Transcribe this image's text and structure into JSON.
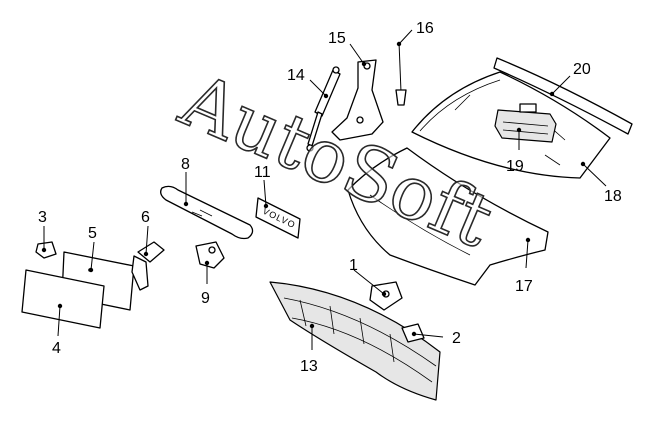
{
  "callouts": {
    "p1": "1",
    "p2": "2",
    "p3": "3",
    "p4": "4",
    "p5": "5",
    "p6": "6",
    "p8": "8",
    "p9": "9",
    "p11": "11",
    "p13": "13",
    "p14": "14",
    "p15": "15",
    "p16": "16",
    "p17": "17",
    "p18": "18",
    "p19": "19",
    "p20": "20"
  },
  "badge": "VOLVO",
  "watermark": "AutoSoft"
}
